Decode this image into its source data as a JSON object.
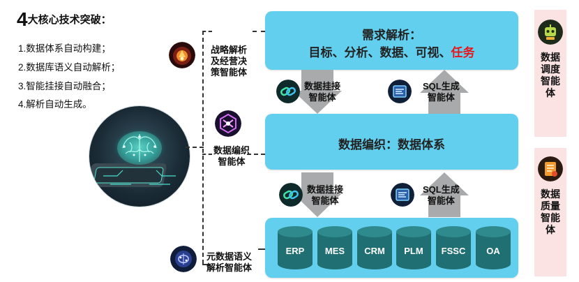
{
  "left": {
    "title_number": "4",
    "title_text": "大核心技术突破：",
    "items": [
      "1.数据体系自动构建；",
      "2.数据库语义自动解析；",
      "3.智能挂接自动融合；",
      "4.解析自动生成。"
    ]
  },
  "agents": {
    "strategy": [
      "战略解析",
      "及经营决",
      "策智能体"
    ],
    "weaving": [
      "数据编织",
      "智能体"
    ],
    "metadata": [
      "元数据语义",
      "解析智能体"
    ]
  },
  "panels": {
    "demand_title": "需求解析：",
    "demand_items": "目标、分析、数据、可视、",
    "demand_task": "任务",
    "weave": "数据编织：数据体系",
    "databases": [
      "ERP",
      "MES",
      "CRM",
      "PLM",
      "FSSC",
      "OA"
    ]
  },
  "tools": {
    "link_top": [
      "数据挂接",
      "智能体"
    ],
    "sql_top": [
      "SQL生成",
      "智能体"
    ],
    "link_bottom": [
      "数据挂接",
      "智能体"
    ],
    "sql_bottom": [
      "SQL生成",
      "智能体"
    ]
  },
  "right": {
    "schedule": [
      "数据",
      "调度",
      "智能",
      "体"
    ],
    "quality": [
      "数据",
      "质量",
      "智能",
      "体"
    ]
  },
  "colors": {
    "panel": "#63cfee",
    "panel_border": "#ffffff",
    "arrow": "#a9aaab",
    "cylinder": "#1f6f73",
    "task_red": "#e8161c",
    "pink": "#fbe3e3"
  },
  "icons": {
    "strategy": "strategy-orb-icon",
    "weaving": "weave-hex-icon",
    "metadata": "semantic-brain-icon",
    "link": "chain-link-icon",
    "sql": "sql-chip-icon",
    "schedule": "schedule-robot-icon",
    "quality": "quality-badge-icon",
    "brain": "circuit-brain-image"
  }
}
